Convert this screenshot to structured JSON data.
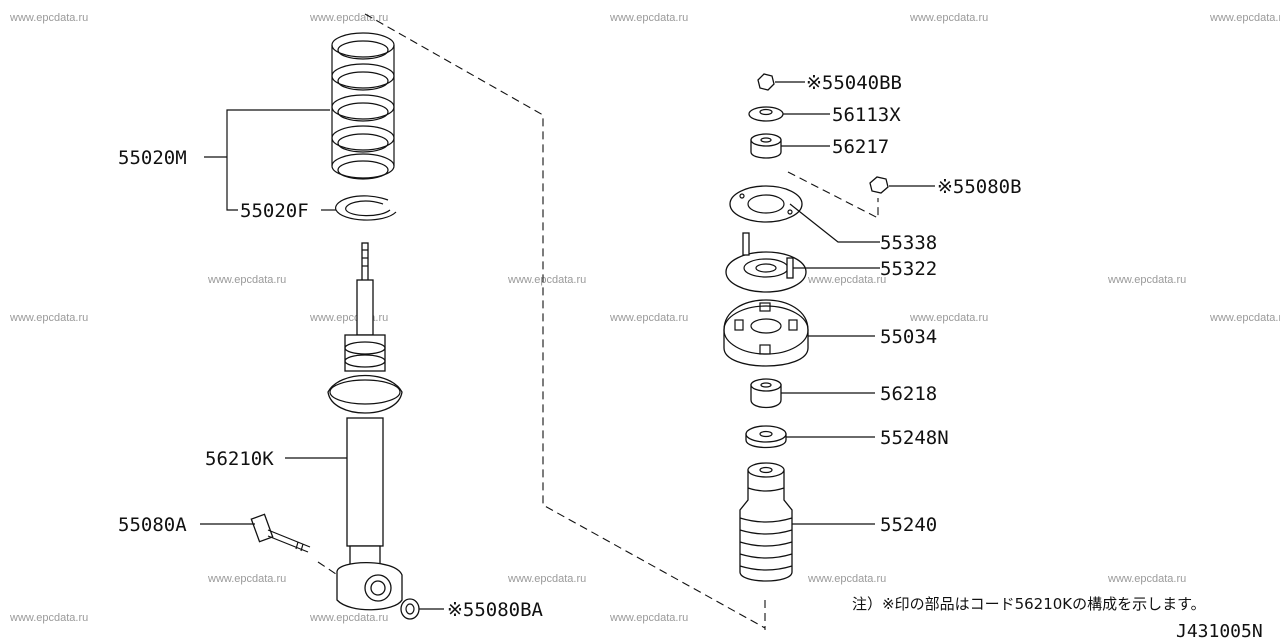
{
  "watermark": "www.epcdata.ru",
  "labels": {
    "coil_spring": "55020M",
    "spring_seat": "55020F",
    "shock_absorber": "56210K",
    "bolt": "55080A",
    "nut_lower": "※55080BA",
    "nut_top": "※55040BB",
    "washer_top": "56113X",
    "bushing_upper": "56217",
    "nut_mount": "※55080B",
    "mount_plate": "55338",
    "mount_insulator": "55322",
    "spring_seat_rubber": "55034",
    "bushing_lower": "56218",
    "washer_lower": "55248N",
    "bound_bumper": "55240"
  },
  "note": "注）※印の部品はコード56210Kの構成を示します。",
  "diagram_code": "J431005N"
}
